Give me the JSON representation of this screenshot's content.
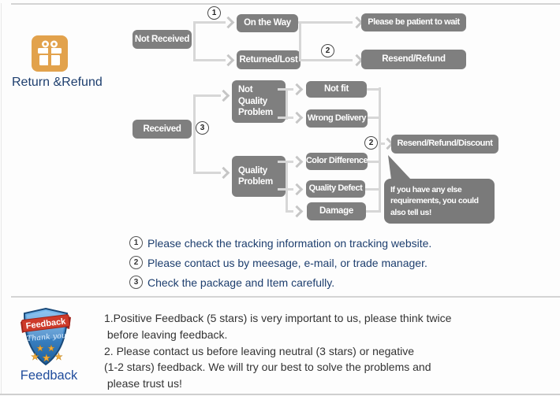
{
  "return_section": {
    "title": "Return &Refund",
    "flow": {
      "not_received": "Not Received",
      "on_the_way": "On the Way",
      "returned_lost": "Returned/Lost",
      "please_wait": "Please be patient to wait",
      "resend_refund": "Resend/Refund",
      "received": "Received",
      "not_quality_problem": "Not\nQuality\nProblem",
      "quality_problem": "Quality\nProblem",
      "not_fit": "Not fit",
      "wrong_delivery": "Wrong Delivery",
      "color_difference": "Color Difference",
      "quality_defect": "Quality Defect",
      "damage": "Damage",
      "resend_refund_discount": "Resend/Refund/Discount",
      "bubble_note": "If you have any else\nrequirements, you could\nalso tell us!",
      "step_1": "1",
      "step_2": "2",
      "step_3": "3"
    },
    "notes": [
      {
        "num": "1",
        "text": "Please check the tracking information on tracking website."
      },
      {
        "num": "2",
        "text": "Please contact us by meesage, e-mail, or trade manager."
      },
      {
        "num": "3",
        "text": "Check the package and Item carefully."
      }
    ]
  },
  "feedback_section": {
    "title": "Feedback",
    "badge_ribbon": "Feedback",
    "badge_script": "Thank you",
    "lines": [
      "1.Positive Feedback (5 stars) is very important to us, please think twice",
      " before leaving feedback.",
      "2. Please contact us before leaving neutral (3 stars) or negative",
      "(1-2 stars) feedback. We will try our best to solve the problems and",
      " please trust us!"
    ]
  },
  "colors": {
    "box_gray": "#7f7f7f",
    "line_gray": "#d7d7d7",
    "navy_text": "#1d3e6e",
    "accent_orange": "#e2a24c",
    "feedback_blue": "#1f4c9c",
    "ribbon_red": "#cd3a2a"
  }
}
